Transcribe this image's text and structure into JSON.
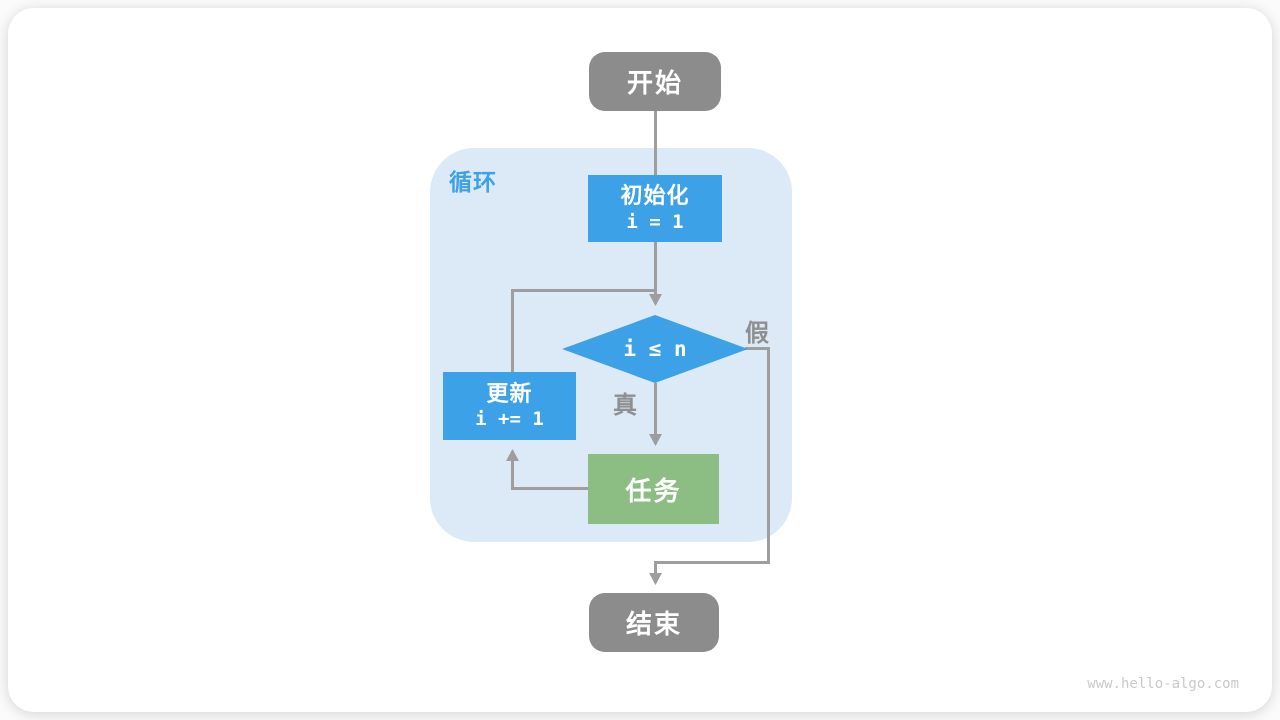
{
  "page": {
    "watermark": "www.hello-algo.com"
  },
  "diagram": {
    "loop_label": "循环",
    "nodes": {
      "start": {
        "label": "开始"
      },
      "init": {
        "title": "初始化",
        "code": "i = 1"
      },
      "condition": {
        "code": "i ≤ n"
      },
      "update": {
        "title": "更新",
        "code": "i += 1"
      },
      "task": {
        "label": "任务"
      },
      "end": {
        "label": "结束"
      }
    },
    "edge_labels": {
      "true_branch": "真",
      "false_branch": "假"
    },
    "colors": {
      "node_blue": "#3CA1E6",
      "node_green": "#8CBD83",
      "node_gray": "#8C8C8C",
      "loop_bg": "#DCEAF8",
      "connector": "#9E9E9E",
      "edge_label": "#8F8F8F",
      "watermark": "#C9C9C9"
    }
  }
}
